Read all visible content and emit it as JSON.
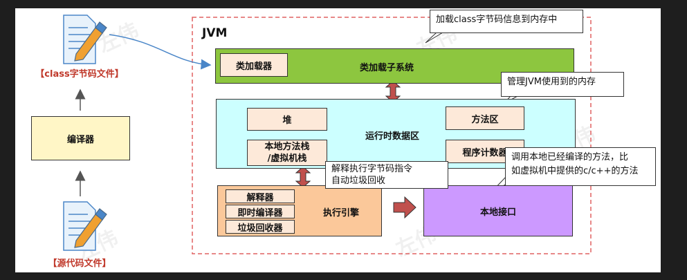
{
  "jvm": {
    "title": "JVM"
  },
  "files": {
    "class_file_label": "【class字节码文件】",
    "source_file_label": "【源代码文件】"
  },
  "compiler": {
    "label": "编译器"
  },
  "class_loader": {
    "loader_label": "类加载器",
    "subsystem_label": "类加载子系统"
  },
  "runtime": {
    "title": "运行时数据区",
    "heap": "堆",
    "native_stack": "本地方法栈\n/虚拟机栈",
    "method_area": "方法区",
    "pc_register": "程序计数器"
  },
  "engine": {
    "title": "执行引擎",
    "interpreter": "解释器",
    "jit": "即时编译器",
    "gc": "垃圾回收器"
  },
  "native_interface": {
    "label": "本地接口"
  },
  "callouts": {
    "load_info": "加载class字节码信息到内存中",
    "manage_memory": "管理JVM使用到的内存",
    "execute": "解释执行字节码指令\n自动垃圾回收",
    "native_call": "调用本地已经编译的方法，比\n如虚拟机中提供的c/c++的方法"
  },
  "watermark": "左伟",
  "colors": {
    "class_loader_bg": "#8dc63f",
    "runtime_bg": "#ccffff",
    "engine_bg": "#fbc89a",
    "native_bg": "#cc99ff",
    "inner_box_bg": "#fde9d9",
    "compiler_bg": "#fff6c6",
    "arrow_red": "#c0504d",
    "file_label_red": "#c0392b",
    "dashed_border": "#e06060"
  }
}
